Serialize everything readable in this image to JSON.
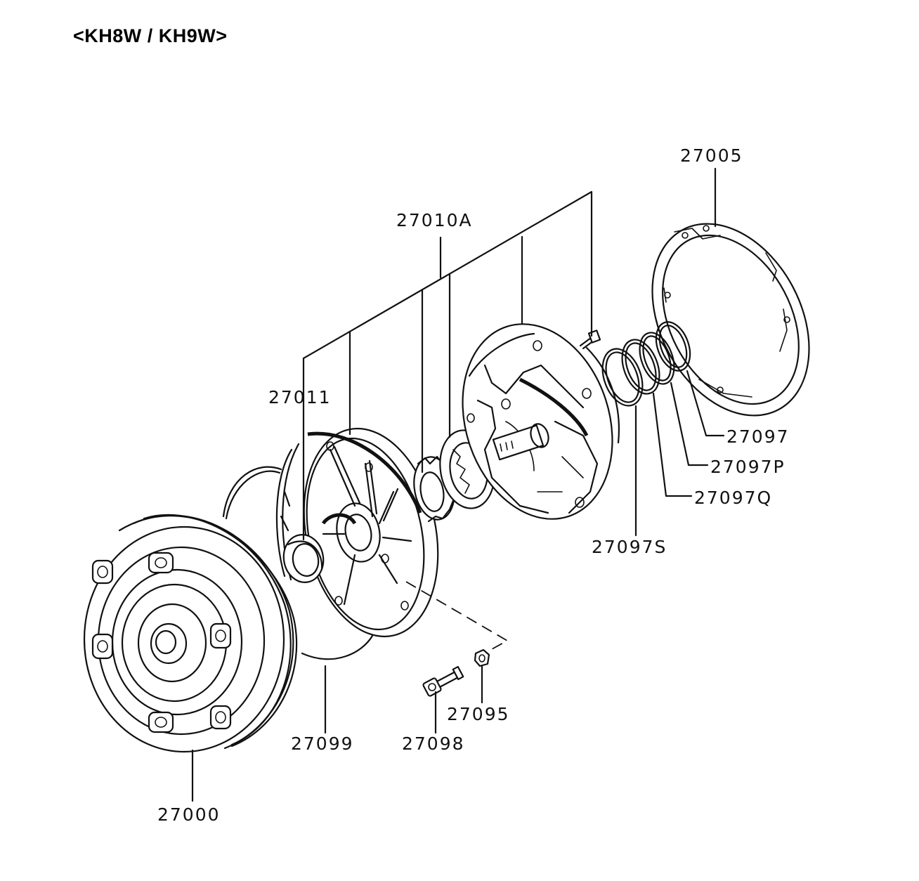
{
  "diagram": {
    "title": "<KH8W / KH9W>",
    "labels": {
      "p27005": "27005",
      "p27010A": "27010A",
      "p27011": "27011",
      "p27097": "27097",
      "p27097P": "27097P",
      "p27097Q": "27097Q",
      "p27097S": "27097S",
      "p27095": "27095",
      "p27098": "27098",
      "p27099": "27099",
      "p27000": "27000"
    }
  }
}
